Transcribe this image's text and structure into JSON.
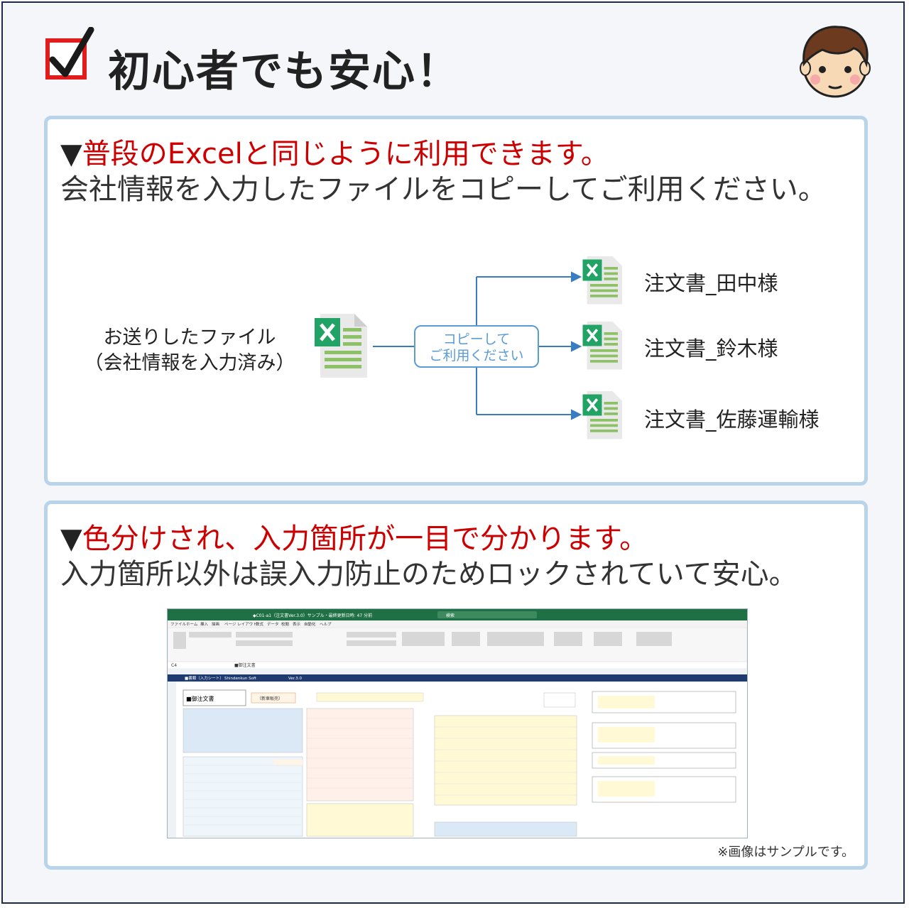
{
  "header": {
    "title": "初心者でも安心！",
    "checkbox_icon": "checkmark-icon",
    "avatar_icon": "boy-face-icon"
  },
  "section1": {
    "heading_marker": "▼",
    "heading_red": "普段のExcelと同じように利用できます。",
    "subheading": "会社情報を入力したファイルをコピーしてご利用ください。",
    "source_label_line1": "お送りしたファイル",
    "source_label_line2": "（会社情報を入力済み）",
    "copy_line1": "コピーして",
    "copy_line2": "ご利用ください",
    "targets": [
      "注文書_田中様",
      "注文書_鈴木様",
      "注文書_佐藤運輸様"
    ],
    "file_icon": "excel-file-icon"
  },
  "section2": {
    "heading_marker": "▼",
    "heading_red": "色分けされ、入力箇所が一目で分かります。",
    "subheading": "入力箇所以外は誤入力防止のためロックされていて安心。",
    "note": "※画像はサンプルです。",
    "screenshot": {
      "title_bar": "◆C01-a1（注文書Ver.3.0）サンプル・最終更新日時: 47 分前",
      "search_placeholder": "検索",
      "menu": [
        "ファイル",
        "ホーム",
        "挿入",
        "描画",
        "ページ レイアウト",
        "数式",
        "データ",
        "校閲",
        "表示",
        "自動化",
        "ヘルプ"
      ],
      "cell_ref": "C4",
      "formula": "■御注文書",
      "sheet_tab": "■書類（入力シート）",
      "brand": "Shindenkun Soft",
      "version": "Ver.3.0",
      "doc_title": "■御注文書",
      "doc_kind": "（新車販売）",
      "colors": {
        "ribbon_green": "#1f7145",
        "input_yellow": "#fff9d6",
        "input_blue": "#dbe9f7",
        "header_navy": "#1e3a6e"
      }
    }
  },
  "colors": {
    "accent_red": "#cc0000",
    "panel_border": "#b8d4ea",
    "copy_blue": "#5b9bd5",
    "excel_green": "#21a366"
  }
}
